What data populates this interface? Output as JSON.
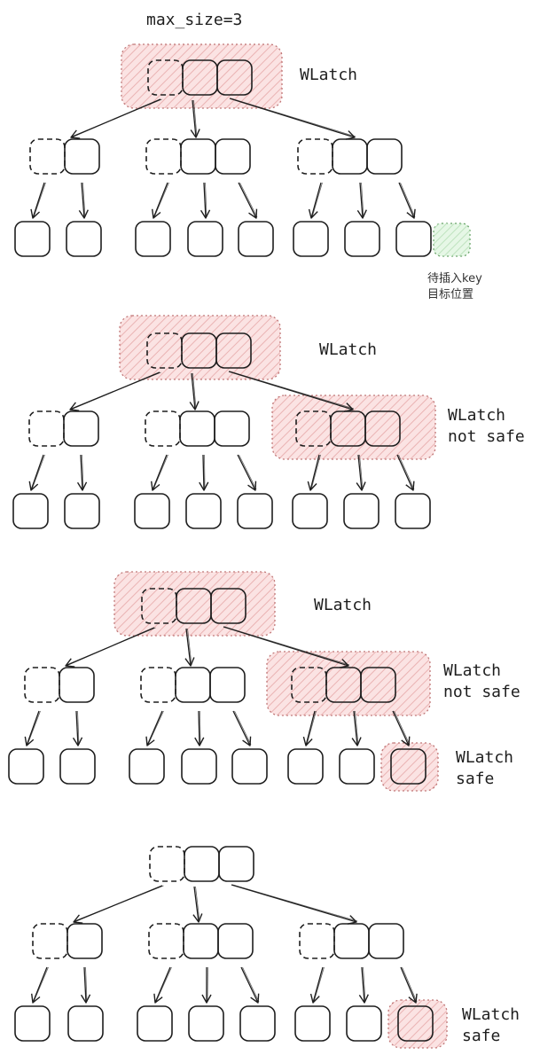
{
  "title": "max_size=3",
  "annotations": {
    "insert_note_line1": "待插入key",
    "insert_note_line2": "目标位置"
  },
  "panels": [
    {
      "id": "step1",
      "labels": [
        {
          "key": "root",
          "lines": [
            "WLatch"
          ]
        }
      ],
      "latched": [
        "root"
      ],
      "inserted_leaf_position": true
    },
    {
      "id": "step2",
      "labels": [
        {
          "key": "root",
          "lines": [
            "WLatch"
          ]
        },
        {
          "key": "right",
          "lines": [
            "WLatch",
            "not safe"
          ]
        }
      ],
      "latched": [
        "root",
        "right"
      ]
    },
    {
      "id": "step3",
      "labels": [
        {
          "key": "root",
          "lines": [
            "WLatch"
          ]
        },
        {
          "key": "right",
          "lines": [
            "WLatch",
            "not safe"
          ]
        },
        {
          "key": "leaf",
          "lines": [
            "WLatch",
            "safe"
          ]
        }
      ],
      "latched": [
        "root",
        "right",
        "leaf"
      ]
    },
    {
      "id": "step4",
      "labels": [
        {
          "key": "leaf",
          "lines": [
            "WLatch",
            "safe"
          ]
        }
      ],
      "latched": [
        "leaf"
      ]
    }
  ],
  "colors": {
    "stroke": "#1e1e1e",
    "latch_fill": "#fbe3e3",
    "latch_hatch": "#eab3b3",
    "latch_border": "#c07777",
    "insert_fill": "#e6f7e6",
    "insert_border": "#6aa56a"
  }
}
